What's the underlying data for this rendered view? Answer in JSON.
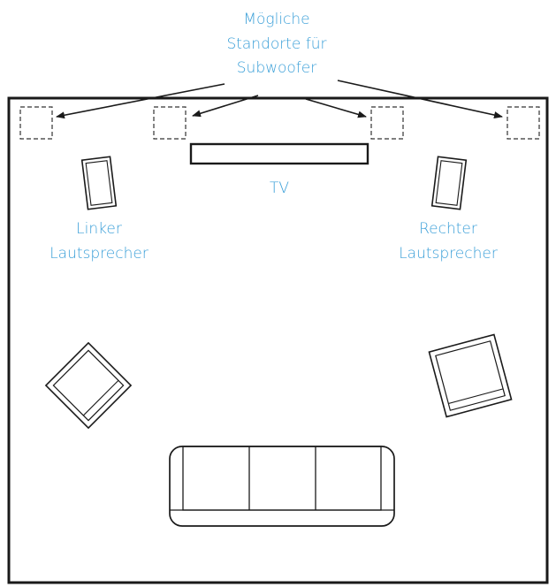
{
  "colors": {
    "label": "#3a9fd8",
    "line": "#1a1a1a",
    "background": "#ffffff"
  },
  "labels": {
    "subwoofer_line1": "Mögliche",
    "subwoofer_line2": "Standorte für",
    "subwoofer_line3": "Subwoofer",
    "tv": "TV",
    "left_line1": "Linker",
    "left_line2": "Lautsprecher",
    "right_line1": "Rechter",
    "right_line2": "Lautsprecher"
  }
}
